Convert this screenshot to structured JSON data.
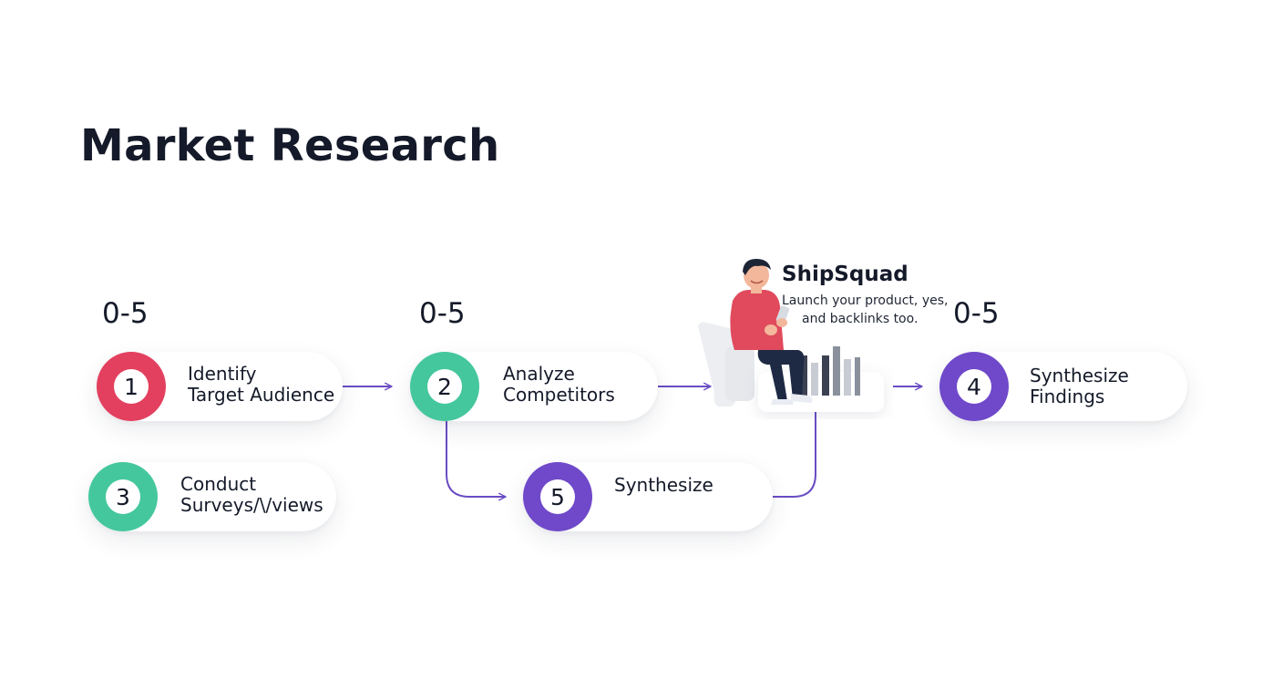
{
  "title": "Market Research",
  "range_labels": [
    "0-5",
    "0-5",
    "0-5"
  ],
  "steps": [
    {
      "number": "1",
      "line1": "Identify",
      "line2": "Target Audience",
      "color": "#e3405f"
    },
    {
      "number": "2",
      "line1": "Analyze",
      "line2": "Competitors",
      "color": "#45c79d"
    },
    {
      "number": "3",
      "line1": "Conduct",
      "line2": "Surveys/\\/views",
      "color": "#45c79d"
    },
    {
      "number": "4",
      "line1": "Synthesize",
      "line2": "Findings",
      "color": "#6f49c9"
    },
    {
      "number": "5",
      "line1": "Synthesize",
      "line2": "",
      "color": "#6f49c9"
    }
  ],
  "brand": {
    "name": "ShipSquad",
    "tagline_line1": "Launch your product, yes,",
    "tagline_line2": "and backlinks too."
  },
  "colors": {
    "arrow": "#6a4cc4",
    "text": "#141a29"
  }
}
